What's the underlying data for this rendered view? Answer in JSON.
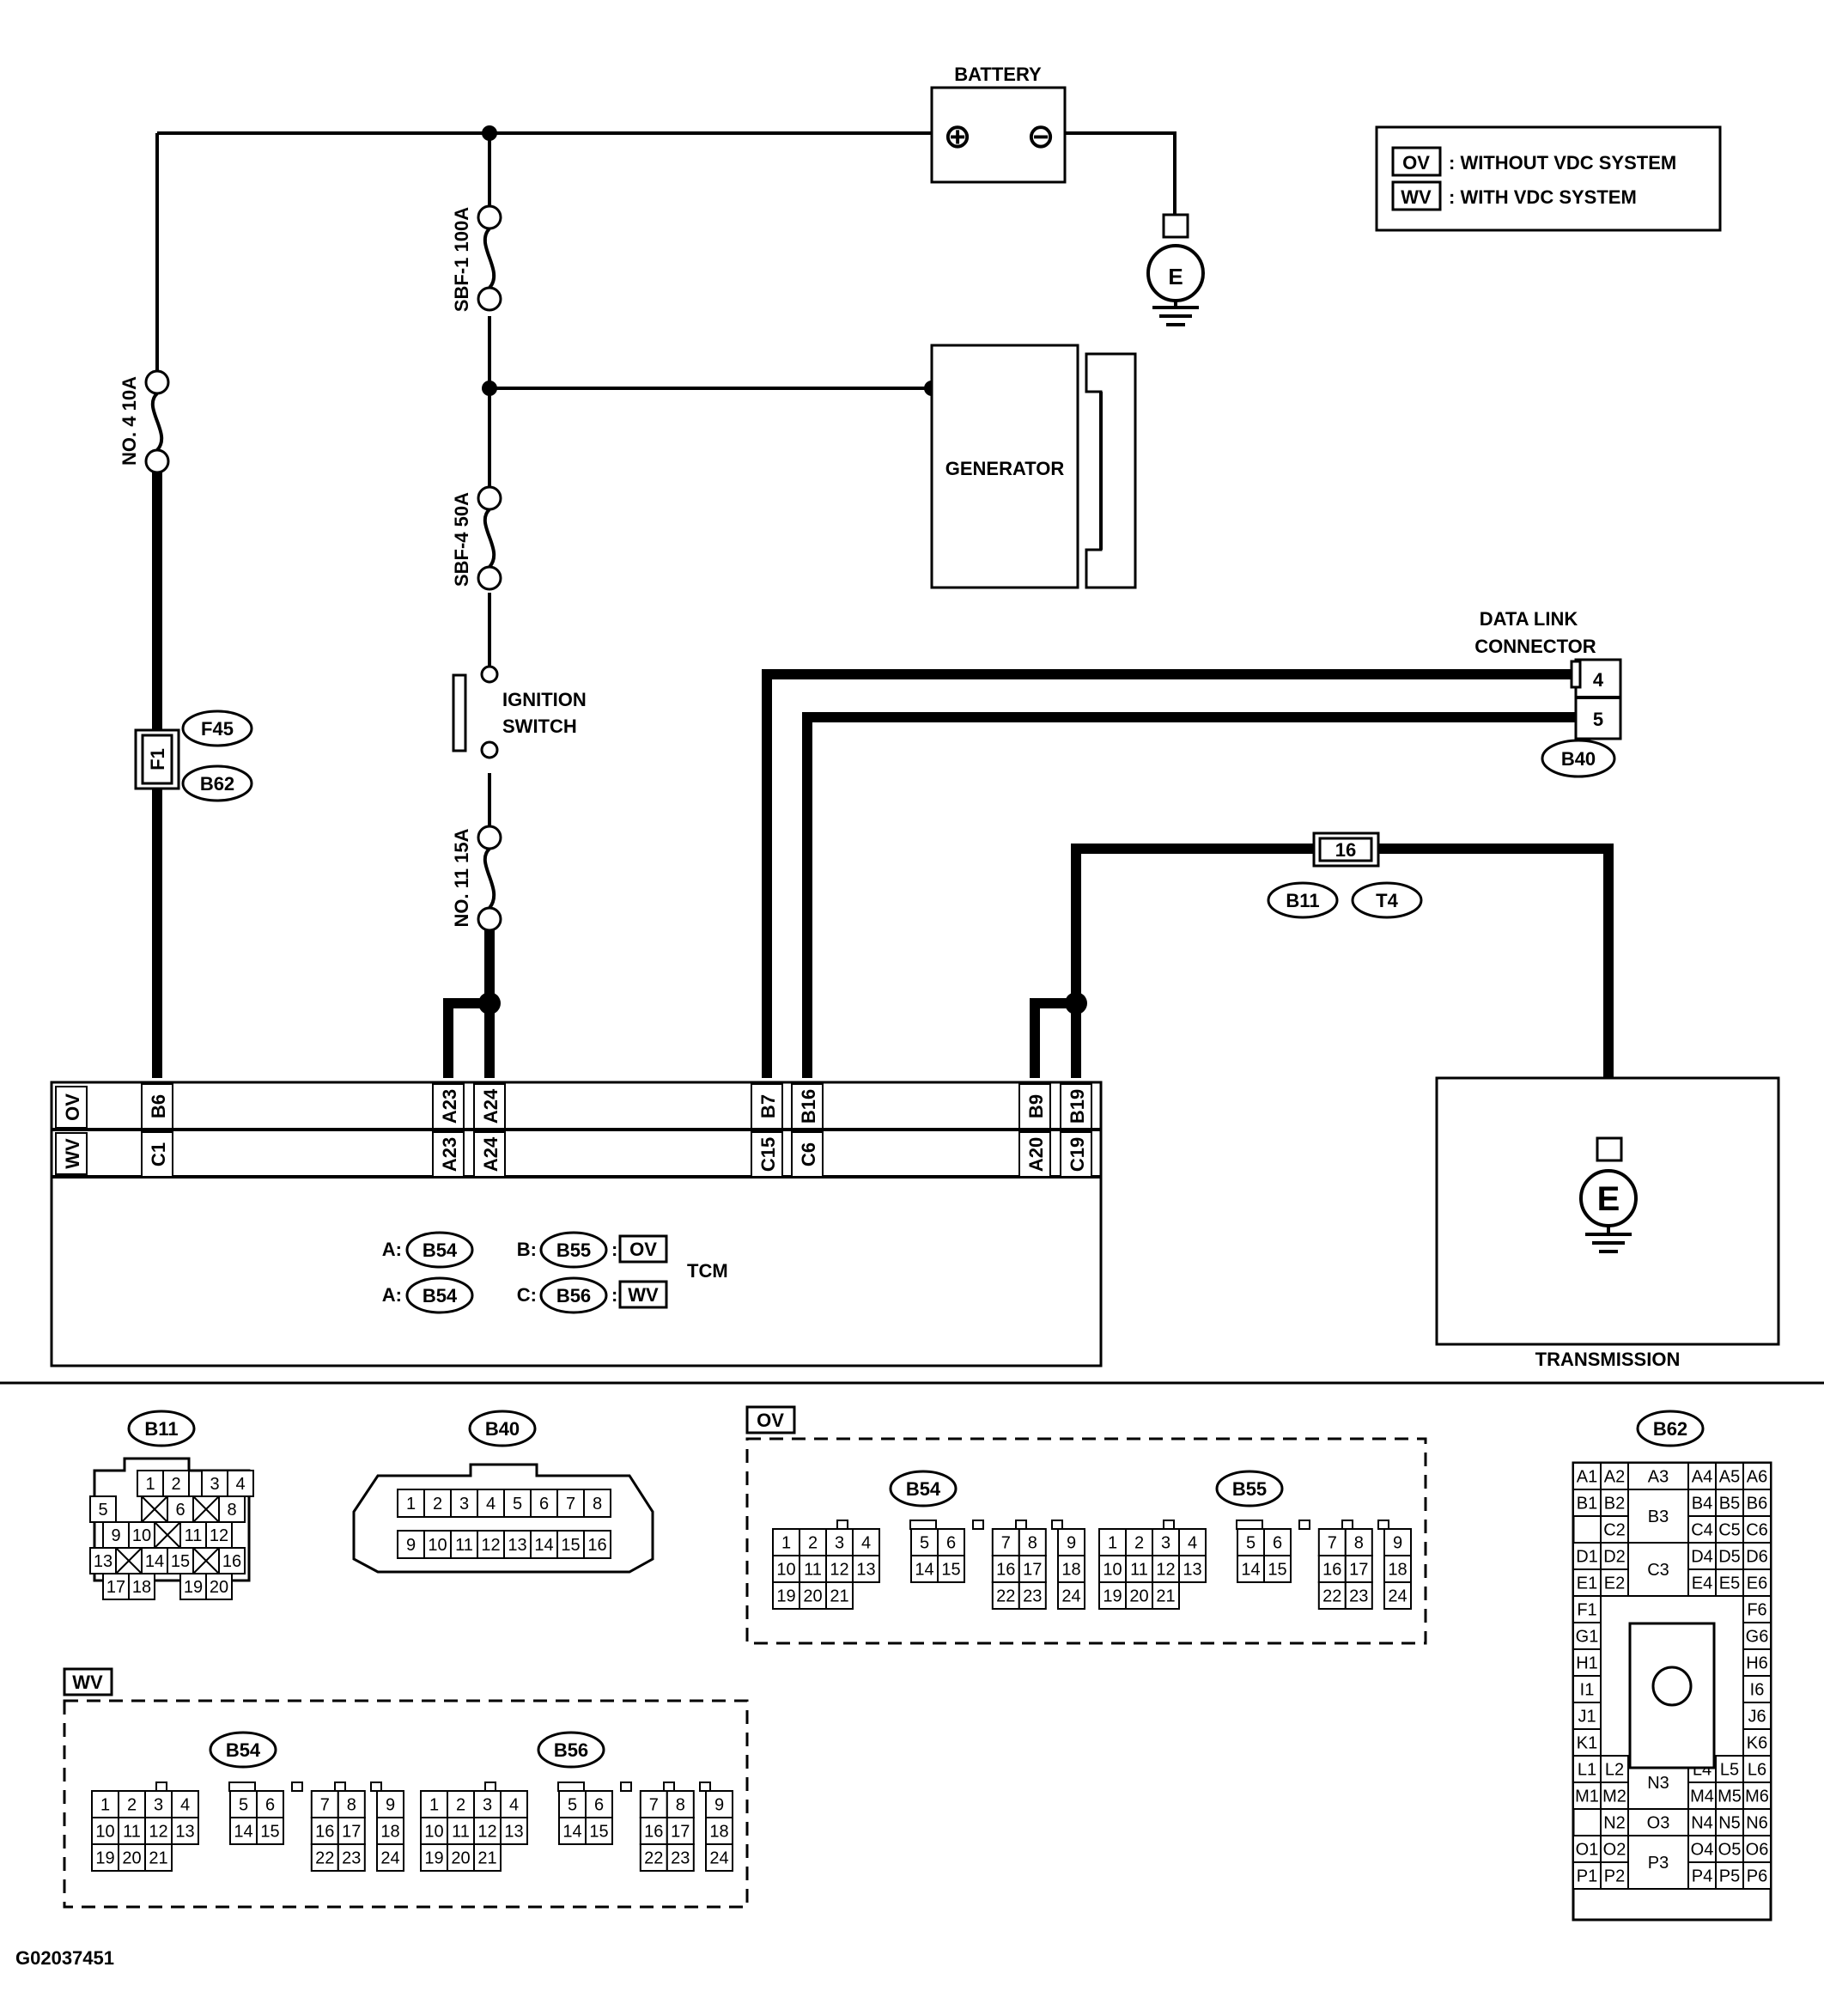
{
  "legend": {
    "ov_code": "OV",
    "ov_text": ": WITHOUT VDC SYSTEM",
    "wv_code": "WV",
    "wv_text": ": WITH VDC SYSTEM"
  },
  "components": {
    "battery": "BATTERY",
    "generator": "GENERATOR",
    "ignition_switch_1": "IGNITION",
    "ignition_switch_2": "SWITCH",
    "data_link_1": "DATA LINK",
    "data_link_2": "CONNECTOR",
    "transmission": "TRANSMISSION",
    "tcm": "TCM",
    "ground": "E",
    "battery_plus": "⊕",
    "battery_minus": "⊖"
  },
  "fuses": {
    "sbf1": "SBF-1 100A",
    "sbf4": "SBF-4 50A",
    "no4": "NO. 4 10A",
    "no11": "NO. 11 15A"
  },
  "connectors": {
    "f1": "F1",
    "f45": "F45",
    "b62": "B62",
    "b40": "B40",
    "b40_pin4": "4",
    "b40_pin5": "5",
    "b11": "B11",
    "t4": "T4",
    "pin16": "16"
  },
  "tcm_pins": {
    "ov": "OV",
    "wv": "WV",
    "ov_pins": [
      "B6",
      "A23",
      "A24",
      "B7",
      "B16",
      "B9",
      "B19"
    ],
    "wv_pins": [
      "C1",
      "A23",
      "A24",
      "C15",
      "C6",
      "A20",
      "C19"
    ]
  },
  "tcm_refs": {
    "line1": [
      "A:",
      "B54",
      "B:",
      "B55",
      ":",
      "OV"
    ],
    "line2": [
      "A:",
      "B54",
      "C:",
      "B56",
      ":",
      "WV"
    ]
  },
  "bottom": {
    "b11_title": "B11",
    "b11_pins": [
      "1",
      "2",
      "3",
      "4",
      "5",
      "6",
      "7",
      "8",
      "9",
      "10",
      "11",
      "12",
      "13",
      "14",
      "15",
      "16",
      "17",
      "18",
      "19",
      "20"
    ],
    "b40_title": "B40",
    "b40_pins": [
      "1",
      "2",
      "3",
      "4",
      "5",
      "6",
      "7",
      "8",
      "9",
      "10",
      "11",
      "12",
      "13",
      "14",
      "15",
      "16"
    ],
    "ov_tag": "OV",
    "wv_tag": "WV",
    "ov_b54": "B54",
    "ov_b55": "B55",
    "wv_b54": "B54",
    "wv_b56": "B56",
    "pin24": [
      "1",
      "2",
      "3",
      "4",
      "5",
      "6",
      "7",
      "8",
      "9",
      "10",
      "11",
      "12",
      "13",
      "14",
      "15",
      "16",
      "17",
      "18",
      "19",
      "20",
      "21",
      "22",
      "23",
      "24"
    ],
    "b62_title": "B62",
    "b62_rows": [
      [
        "A1",
        "A2",
        "A3",
        "A4",
        "A5",
        "A6"
      ],
      [
        "B1",
        "B2",
        "B3",
        "B4",
        "B5",
        "B6"
      ],
      [
        "C2",
        "C3",
        "C4",
        "C5",
        "C6"
      ],
      [
        "D1",
        "D2",
        "D4",
        "D5",
        "D6"
      ],
      [
        "E1",
        "E2",
        "E4",
        "E5",
        "E6"
      ],
      [
        "F1",
        "F6"
      ],
      [
        "G1",
        "G6"
      ],
      [
        "H1",
        "H6"
      ],
      [
        "I1",
        "I6"
      ],
      [
        "J1",
        "J6"
      ],
      [
        "K1",
        "K6"
      ],
      [
        "L1",
        "L2",
        "N3",
        "L4",
        "L5",
        "L6"
      ],
      [
        "M1",
        "M2",
        "M4",
        "M5",
        "M6"
      ],
      [
        "N2",
        "O3",
        "N4",
        "N5",
        "N6"
      ],
      [
        "O1",
        "O2",
        "O4",
        "O5",
        "O6"
      ],
      [
        "P1",
        "P2",
        "P3",
        "P4",
        "P5",
        "P6"
      ]
    ]
  },
  "figure_id": "G02037451"
}
